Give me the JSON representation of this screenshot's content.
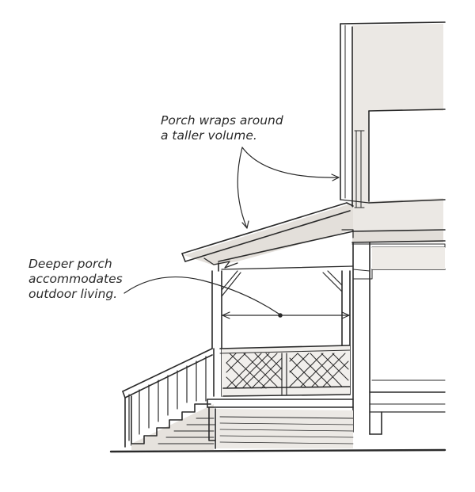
{
  "annotations": {
    "porch_wraps": {
      "line1": "Porch wraps around",
      "line2": "a taller volume."
    },
    "deeper_porch": {
      "line1": "Deeper porch",
      "line2": "accommodates",
      "line3": "outdoor living."
    }
  },
  "colors": {
    "ink": "#2a2a2a",
    "wall_tone": "#e9e6e2",
    "shadow_tone": "#d6d2cd",
    "paper": "#ffffff"
  }
}
